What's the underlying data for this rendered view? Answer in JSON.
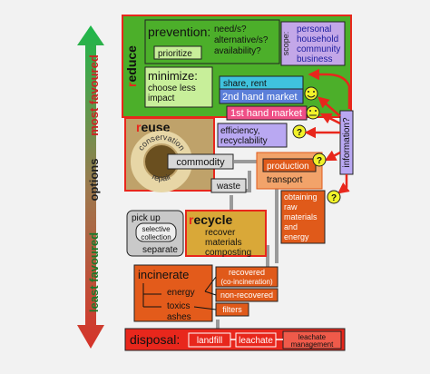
{
  "axis": {
    "most": "most favoured",
    "middle": "options",
    "least": "least favoured"
  },
  "reduce": {
    "label_prefix": "r",
    "label_rest": "educe",
    "prevention": "prevention:",
    "questions": [
      "need/s?",
      "alternative/s?",
      "availability?"
    ],
    "prioritize": "prioritize",
    "scope_label": "scope:",
    "scope_items": [
      "personal",
      "household",
      "community",
      "business"
    ],
    "minimize": "minimize:",
    "minimize_sub": [
      "choose less",
      "impact"
    ]
  },
  "market": {
    "share_rent": "share, rent",
    "second_hand": "2nd hand market",
    "first_hand": "1st hand market",
    "efficiency": [
      "efficiency,",
      "recyclability"
    ],
    "information": "information?"
  },
  "reuse": {
    "label_prefix": "r",
    "label_rest": "euse",
    "ring_top": "conservation",
    "ring_bottom": "repair",
    "commodity": "commodity",
    "waste": "waste"
  },
  "production": {
    "production": "production",
    "transport": "transport",
    "obtaining": [
      "obtaining",
      "raw",
      "materials",
      "and",
      "energy"
    ],
    "question": "?"
  },
  "recycle": {
    "pick_up": "pick up",
    "selective": [
      "selective",
      "collection"
    ],
    "separate": "separate",
    "label_prefix": "r",
    "label_rest": "ecycle",
    "recover_lines": [
      "recover",
      "materials",
      "composting"
    ]
  },
  "incinerate": {
    "label": "incinerate",
    "energy": "energy",
    "toxics": "toxics",
    "ashes": "ashes",
    "recovered": [
      "recovered",
      "(co-incineration)"
    ],
    "non_recovered": "non-recovered",
    "filters": "filters"
  },
  "disposal": {
    "label": "disposal:",
    "landfill": "landfill",
    "leachate": "leachate",
    "leachate_mgmt": [
      "leachate",
      "management"
    ]
  },
  "colors": {
    "reduce_bg": "#4caf2a",
    "minimize_bg": "#c8ef9a",
    "scope_bg": "#c3a7e8",
    "share_bg": "#3fc2de",
    "second_bg": "#5b7fd9",
    "first_bg": "#ef4f86",
    "efficiency_bg": "#b9a8f2",
    "reuse_bg": "#bfa26a",
    "production_bg": "#e05a1a",
    "recycle_bg": "#d9a838",
    "incinerate_bg": "#e35b1b",
    "disposal_bg": "#e8271c",
    "gray": "#9a9a9a",
    "smiley": "#f1f22a"
  }
}
